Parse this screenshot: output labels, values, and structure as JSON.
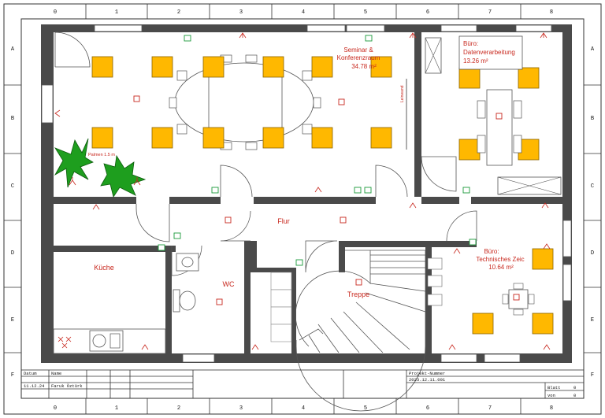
{
  "frame": {
    "columns": [
      "0",
      "1",
      "2",
      "3",
      "4",
      "5",
      "6",
      "7",
      "8"
    ],
    "rows": [
      "A",
      "B",
      "C",
      "D",
      "E",
      "F"
    ]
  },
  "rooms": {
    "seminar": {
      "name_line1": "Seminar &",
      "name_line2": "Konferenzraum",
      "area": "34.78 m²"
    },
    "buero_dv": {
      "name_line1": "Büro:",
      "name_line2": "Datenverarbeitung",
      "area": "13.26 m²"
    },
    "buero_tz": {
      "name_line1": "Büro:",
      "name_line2": "Technisches Zeic",
      "area": "10.64 m²"
    },
    "flur": {
      "name": "Flur"
    },
    "kueche": {
      "name": "Küche"
    },
    "wc": {
      "name": "WC"
    },
    "treppe": {
      "name": "Treppe"
    }
  },
  "annotations": {
    "palmen": "Palmen 1.5 m",
    "leinwand": "Leinwand"
  },
  "title_block": {
    "datum_label": "Datum",
    "name_label": "Name",
    "datum_value": "11.12.24",
    "name_value": "Faruk Öztürk",
    "projekt_label": "Projekt-Nummer",
    "projekt_value": "2023.12.11.001",
    "blatt_label": "Blatt",
    "blatt_value": "0",
    "von_label": "von",
    "von_value": "0"
  },
  "colors": {
    "wall": "#4a4a4a",
    "furniture": "#ffb800",
    "plant": "#1e9e1e",
    "label": "#c8281e",
    "exit_sign": "#1a9a3a"
  }
}
